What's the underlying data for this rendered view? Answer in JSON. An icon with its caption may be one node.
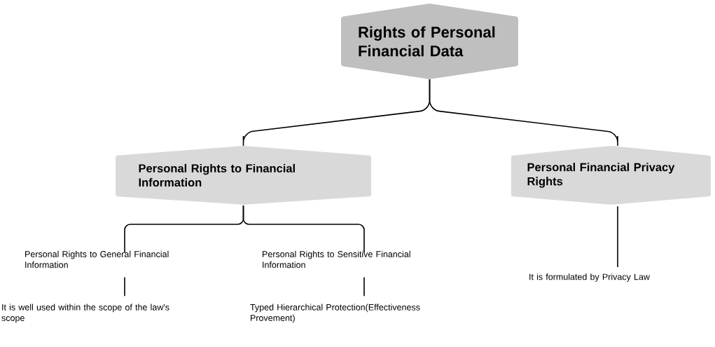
{
  "diagram": {
    "nodes": [
      {
        "text": [
          "Rights of Personal Financial Data"
        ]
      },
      {
        "text": [
          "Personal Rights to Financial Information"
        ]
      },
      {
        "text": [
          "Personal Financial Privacy Rights"
        ]
      },
      {
        "text": [
          "Personal Rights to General Financial Information"
        ]
      },
      {
        "text": [
          "Personal Rights to Sensitive Financial Information"
        ]
      },
      {
        "text": [
          "It is well used within the scope of the law's scope"
        ]
      },
      {
        "text": [
          "Typed Hierarchical Protection(Effectiveness Provement)"
        ]
      },
      {
        "text": [
          "It is formulated by Privacy Law"
        ]
      }
    ],
    "edges": [
      {
        "from": 0,
        "to": 1,
        "arrow": "none"
      },
      {
        "from": 0,
        "to": 2,
        "arrow": "none"
      },
      {
        "from": 1,
        "to": 3,
        "arrow": "none"
      },
      {
        "from": 1,
        "to": 4,
        "arrow": "none"
      },
      {
        "from": 3,
        "to": 5,
        "arrow": "none"
      },
      {
        "from": 4,
        "to": 6,
        "arrow": "none"
      },
      {
        "from": 2,
        "to": 7,
        "arrow": "none"
      }
    ]
  }
}
